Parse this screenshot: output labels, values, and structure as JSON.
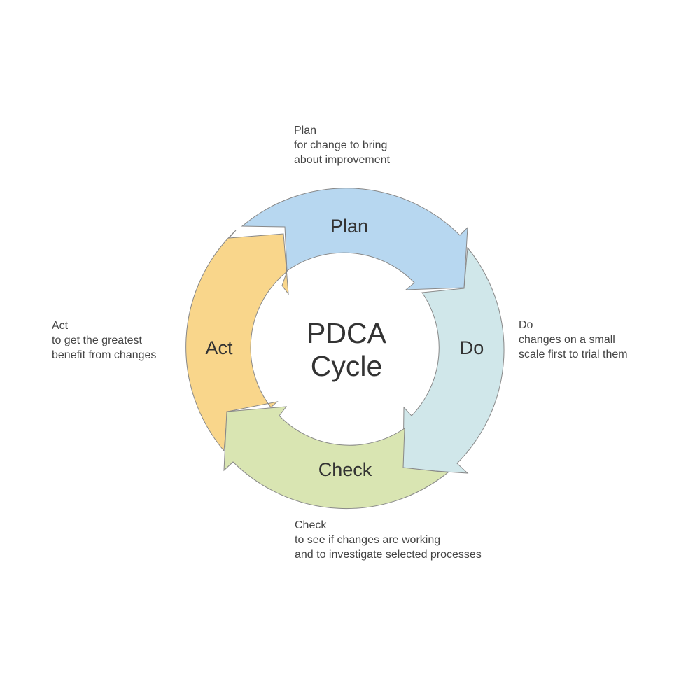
{
  "center": {
    "line1": "PDCA",
    "line2": "Cycle"
  },
  "segments": [
    {
      "key": "plan",
      "label": "Plan",
      "color": "#b7d7f0",
      "description": [
        "Plan",
        "for change to bring",
        "about improvement"
      ]
    },
    {
      "key": "do",
      "label": "Do",
      "color": "#d0e7ea",
      "description": [
        "Do",
        "changes on a small",
        "scale first to trial them"
      ]
    },
    {
      "key": "check",
      "label": "Check",
      "color": "#d9e5b2",
      "description": [
        "Check",
        "to see if changes are working",
        "and to investigate selected processes"
      ]
    },
    {
      "key": "act",
      "label": "Act",
      "color": "#f9d68b",
      "description": [
        "Act",
        "to get the greatest",
        "benefit from changes"
      ]
    }
  ],
  "stroke_color": "#888888"
}
